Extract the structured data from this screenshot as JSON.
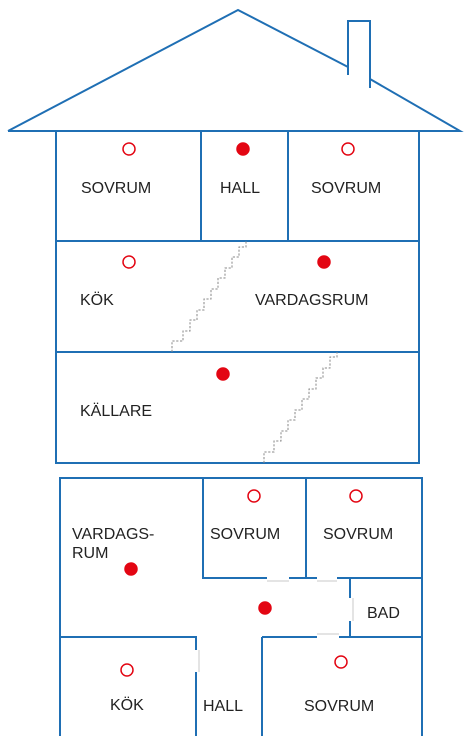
{
  "colors": {
    "wall": "#1f6fb4",
    "detector_marker": "#e30613",
    "stair": "#8a8a8a"
  },
  "house_section": {
    "rooms": [
      {
        "id": "sovrum-left",
        "label": "SOVRUM",
        "detector": "outline"
      },
      {
        "id": "hall-top",
        "label": "HALL",
        "detector": "filled"
      },
      {
        "id": "sovrum-right",
        "label": "SOVRUM",
        "detector": "outline"
      },
      {
        "id": "kok-mid",
        "label": "KÖK",
        "detector": "outline"
      },
      {
        "id": "vardagsrum-mid",
        "label": "VARDAGSRUM",
        "detector": "filled"
      },
      {
        "id": "kallare",
        "label": "KÄLLARE",
        "detector": "filled"
      }
    ]
  },
  "floor_plan": {
    "rooms": [
      {
        "id": "vardagsrum",
        "label_line1": "VARDAGS-",
        "label_line2": "RUM",
        "detector": "filled"
      },
      {
        "id": "sovrum-a",
        "label": "SOVRUM",
        "detector": "outline"
      },
      {
        "id": "sovrum-b",
        "label": "SOVRUM",
        "detector": "outline"
      },
      {
        "id": "hall-center",
        "label": "",
        "detector": "filled"
      },
      {
        "id": "bad",
        "label": "BAD",
        "detector": "none"
      },
      {
        "id": "kok",
        "label": "KÖK",
        "detector": "outline"
      },
      {
        "id": "hall",
        "label": "HALL",
        "detector": "none"
      },
      {
        "id": "sovrum-c",
        "label": "SOVRUM",
        "detector": "outline"
      }
    ]
  }
}
